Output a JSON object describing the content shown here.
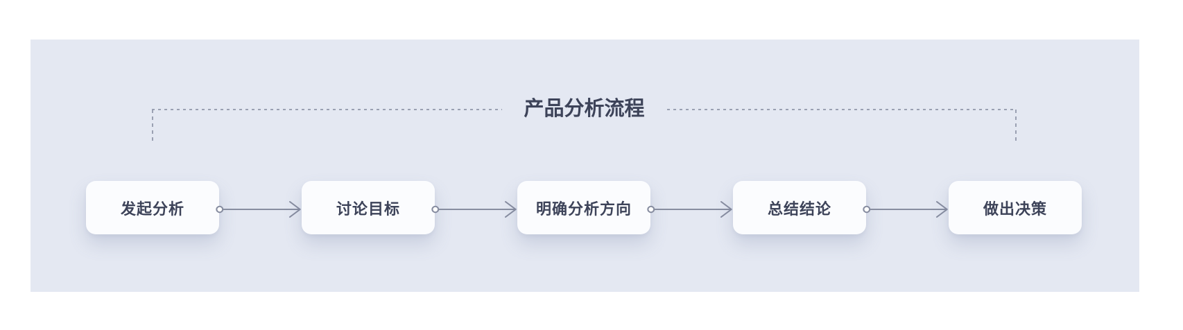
{
  "diagram": {
    "title": "产品分析流程",
    "type": "flow",
    "steps": [
      {
        "label": "发起分析"
      },
      {
        "label": "讨论目标"
      },
      {
        "label": "明确分析方向"
      },
      {
        "label": "总结结论"
      },
      {
        "label": "做出决策"
      }
    ],
    "connections": [
      {
        "from": "发起分析",
        "to": "讨论目标"
      },
      {
        "from": "讨论目标",
        "to": "明确分析方向"
      },
      {
        "from": "明确分析方向",
        "to": "总结结论"
      },
      {
        "from": "总结结论",
        "to": "做出决策"
      }
    ]
  },
  "colors": {
    "panel_bg": "#e4e8f2",
    "node_bg": "#fbfcfe",
    "text": "#3d4359",
    "connector": "#878da0",
    "dash": "#9aa0b2",
    "page_bg": "#ffffff"
  }
}
